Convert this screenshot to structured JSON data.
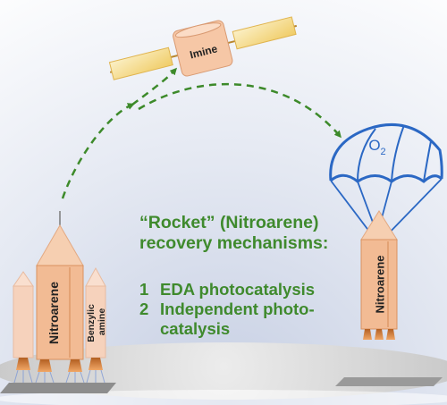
{
  "satellite": {
    "label": "Imine"
  },
  "parachute": {
    "label_main": "O",
    "label_sub": "2"
  },
  "rocket_left": {
    "main_label": "Nitroarene",
    "booster_label_line1": "Benzylic",
    "booster_label_line2": "amine"
  },
  "rocket_right": {
    "label": "Nitroarene"
  },
  "headline": {
    "line1": "“Rocket” (Nitroarene)",
    "line2": "recovery mechanisms:"
  },
  "mechanisms": [
    {
      "number": "1",
      "text_line1": "EDA photocatalysis",
      "text_line2": ""
    },
    {
      "number": "2",
      "text_line1": "Independent photo-",
      "text_line2": "catalysis"
    }
  ],
  "colors": {
    "sky_top": "#ffffff",
    "sky_bottom": "#c9d2e6",
    "rocket_body": "#f2bb94",
    "rocket_stripe": "#d9925f",
    "booster_body": "#f6d2bc",
    "flame": "#d8813a",
    "text_green": "#3f8a2d",
    "arrow_green": "#3d8a2a",
    "parachute_blue": "#2b68c4",
    "ground": "#d7d7d7",
    "solar_panel": "#f5dc8a"
  }
}
